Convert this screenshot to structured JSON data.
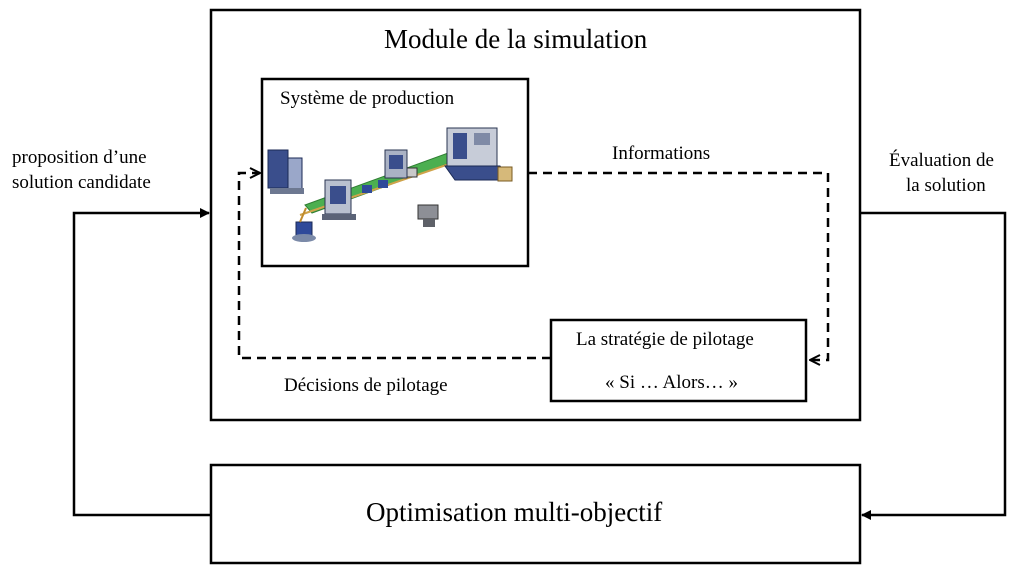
{
  "module": {
    "title": "Module de la simulation"
  },
  "production": {
    "title": "Système de production",
    "image": "production-line-3d-illustration"
  },
  "strategy": {
    "title": "La stratégie de pilotage",
    "rule": "« Si … Alors… »"
  },
  "labels": {
    "proposal_line1": "proposition d’une",
    "proposal_line2": "solution candidate",
    "evaluation_line1": "Évaluation de",
    "evaluation_line2": "la solution",
    "information": "Informations",
    "decisions": "Décisions de pilotage"
  },
  "optimisation": {
    "title": "Optimisation multi-objectif"
  }
}
